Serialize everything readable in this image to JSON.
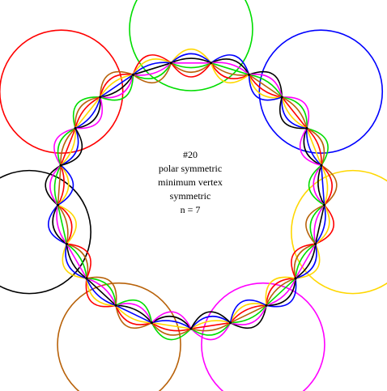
{
  "caption": {
    "line1": "#20",
    "line2": "polar symmetric",
    "line3": "minimum vertex",
    "line4": "symmetric",
    "line5": "n = 7"
  },
  "colors": {
    "background": "#ffffff",
    "palette": [
      "#ff0000",
      "#ffd700",
      "#0000ff",
      "#000000",
      "#ff00ff",
      "#00dd00",
      "#b8620a"
    ],
    "big_circles": [
      "#00dd00",
      "#0000ff",
      "#ffd700",
      "#ff00ff",
      "#b8620a",
      "#000000",
      "#ff0000"
    ]
  },
  "diagram": {
    "symmetry_order": 7,
    "small_loops_per_gap": 7,
    "big_circle_count": 7
  }
}
